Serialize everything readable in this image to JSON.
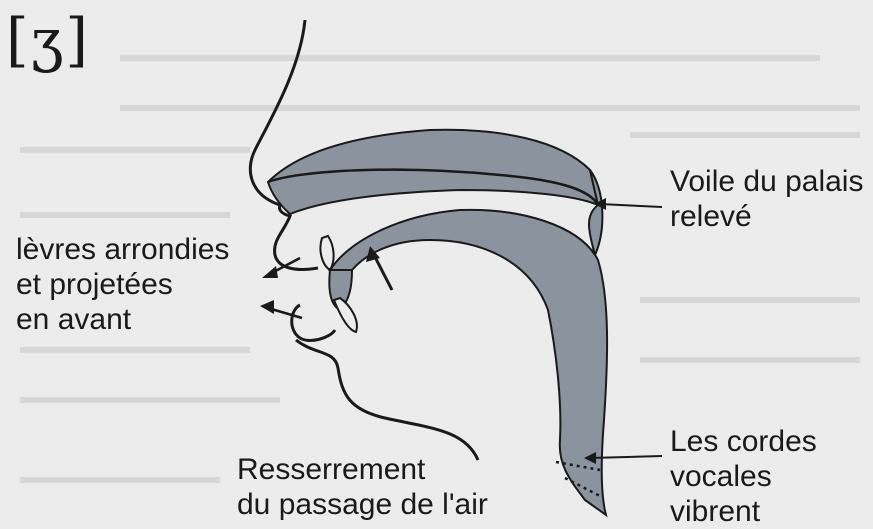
{
  "phoneme": "[ʒ]",
  "labels": {
    "voile": [
      "Voile du palais",
      "relevé"
    ],
    "levres": [
      "lèvres arrondies",
      "et projetées",
      "en avant"
    ],
    "cordes": [
      "Les cordes",
      "vocales",
      "vibrent"
    ],
    "resserrement": [
      "Resserrement",
      "du passage de l'air"
    ]
  },
  "colors": {
    "background": "#ececec",
    "tissue": "#8a939e",
    "outline": "#1a1a1a"
  }
}
